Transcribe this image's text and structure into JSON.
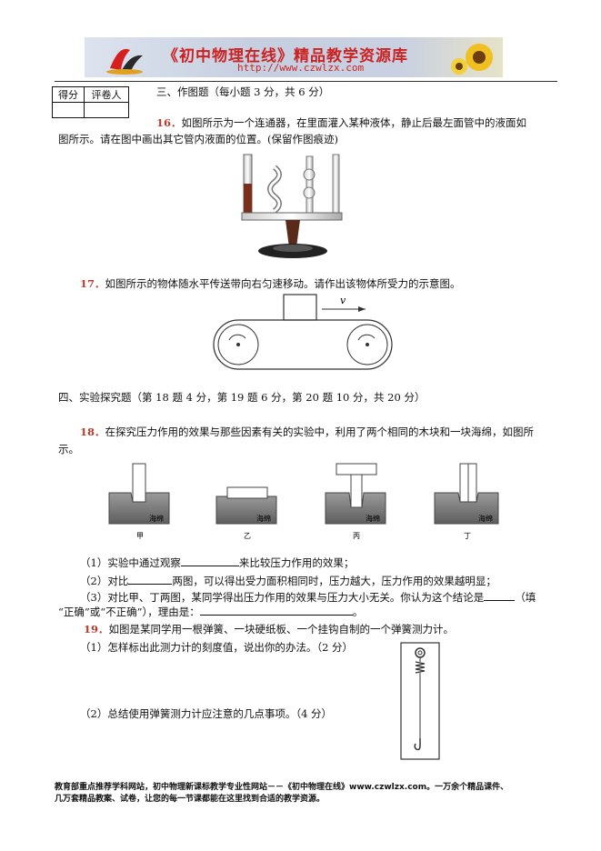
{
  "header": {
    "banner_title": "《初中物理在线》精品教学资源库",
    "banner_url": "http://www.czwlzx.com"
  },
  "score_table": {
    "score": "得分",
    "grader": "评卷人"
  },
  "section3": {
    "heading": "三、作图题（每小题 3 分，共 6 分）",
    "q16": {
      "num": "16．",
      "line1": "如图所示为一个连通器，在里面灌入某种液体，静止后最左面管中的液面如",
      "line2": "图所示。请在图中画出其它管内液面的位置。(保留作图痕迹)"
    },
    "q17": {
      "num": "17．",
      "text": "如图所示的物体随水平传送带向右匀速移动。请作出该物体所受力的示意图。",
      "velocity_label": "v"
    }
  },
  "section4": {
    "heading": "四、实验探究题（第 18 题 4 分，第 19 题 6 分，第 20 题 10 分，共 20 分）",
    "q18": {
      "num": "18．",
      "line1": "在探究压力作用的效果与那些因素有关的实验中，利用了两个相同的木块和一块海绵，如图所",
      "line2": "示。",
      "sponge_label": "海绵",
      "captions": [
        "甲",
        "乙",
        "丙",
        "丁"
      ],
      "p1_a": "（1）实验中通过观察",
      "p1_b": "来比较压力作用的效果；",
      "p2_a": "（2）对比",
      "p2_b": "两图，可以得出受力面积相同时，压力越大，压力作用的效果越明显；",
      "p3_a": "（3）对比甲、丁两图，某同学得出压力作用的效果与压力大小无关。你认为这个结论是",
      "p3_b": "（填",
      "p3_c": "“正确”或“不正确”），理由是：",
      "p3_d": "。"
    },
    "q19": {
      "num": "19．",
      "text": "如图是某同学用一根弹簧、一块硬纸板、一个挂钩自制的一个弹簧测力计。",
      "p1": "（1）怎样标出此测力计的刻度值，说出你的办法。（2 分）",
      "p2": "（2）总结使用弹簧测力计应注意的几点事项。（4 分）"
    }
  },
  "footer": {
    "line1": "教育部重点推荐学科网站，初中物理新课标教学专业性网站－－《初中物理在线》www.czwlzx.com。一万余个精品课件、",
    "line2": "几万套精品教案、试卷，让您的每一节课都能在这里找到合适的教学资源。"
  }
}
